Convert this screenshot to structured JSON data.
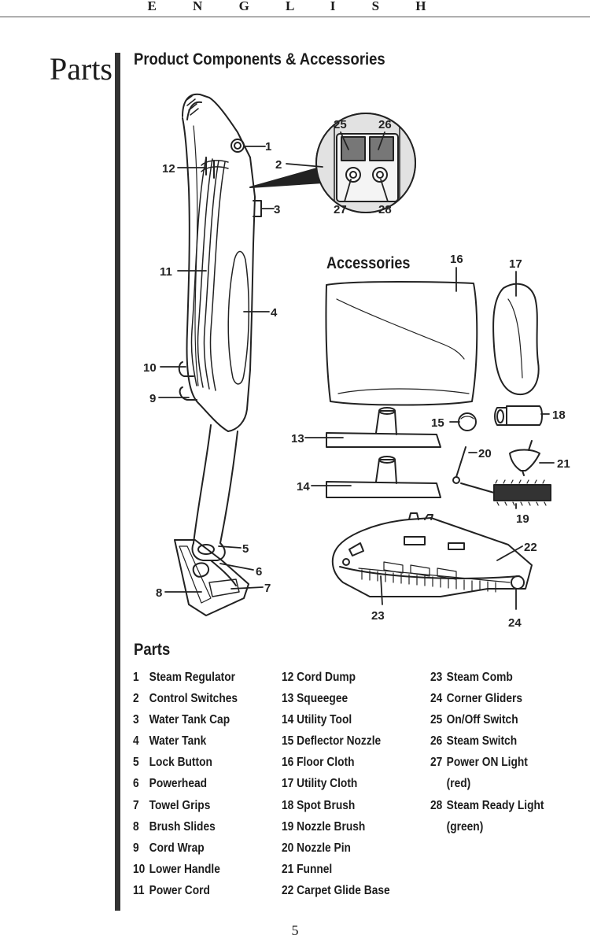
{
  "header": {
    "language": "E N G L I S H"
  },
  "side_title": "Parts",
  "section_title": "Product Components & Accessories",
  "accessories_title": "Accessories",
  "parts_title": "Parts",
  "callouts": {
    "c1": "1",
    "c2": "2",
    "c3": "3",
    "c4": "4",
    "c5": "5",
    "c6": "6",
    "c7": "7",
    "c8": "8",
    "c9": "9",
    "c10": "10",
    "c11": "11",
    "c12": "12",
    "c13": "13",
    "c14": "14",
    "c15": "15",
    "c16": "16",
    "c17": "17",
    "c18": "18",
    "c19": "19",
    "c20": "20",
    "c21": "21",
    "c22": "22",
    "c23": "23",
    "c24": "24",
    "c25": "25",
    "c26": "26",
    "c27": "27",
    "c28": "28"
  },
  "parts_list": {
    "col1": [
      {
        "num": "1",
        "name": "Steam Regulator"
      },
      {
        "num": "2",
        "name": "Control Switches"
      },
      {
        "num": "3",
        "name": "Water Tank Cap"
      },
      {
        "num": "4",
        "name": "Water Tank"
      },
      {
        "num": "5",
        "name": "Lock Button"
      },
      {
        "num": "6",
        "name": "Powerhead"
      },
      {
        "num": "7",
        "name": "Towel Grips"
      },
      {
        "num": "8",
        "name": "Brush Slides"
      },
      {
        "num": "9",
        "name": "Cord Wrap"
      },
      {
        "num": "10",
        "name": "Lower Handle"
      },
      {
        "num": "11",
        "name": "Power Cord"
      }
    ],
    "col2": [
      {
        "text": "12 Cord Dump"
      },
      {
        "text": "13 Squeegee"
      },
      {
        "text": "14 Utility Tool"
      },
      {
        "text": "15 Deflector Nozzle"
      },
      {
        "text": "16 Floor Cloth"
      },
      {
        "text": "17 Utility Cloth"
      },
      {
        "text": "18 Spot Brush"
      },
      {
        "text": "19 Nozzle Brush"
      },
      {
        "text": "20 Nozzle Pin"
      },
      {
        "text": "21 Funnel"
      },
      {
        "text": "22 Carpet Glide Base"
      }
    ],
    "col3": [
      {
        "num": "23",
        "name": "Steam Comb"
      },
      {
        "num": "24",
        "name": "Corner Gliders"
      },
      {
        "num": "25",
        "name": "On/Off Switch"
      },
      {
        "num": "26",
        "name": "Steam Switch"
      },
      {
        "num": "27",
        "name": "Power ON Light"
      },
      {
        "num": "",
        "name": "(red)"
      },
      {
        "num": "28",
        "name": "Steam Ready Light"
      },
      {
        "num": "",
        "name": "(green)"
      }
    ]
  },
  "page_number": "5"
}
